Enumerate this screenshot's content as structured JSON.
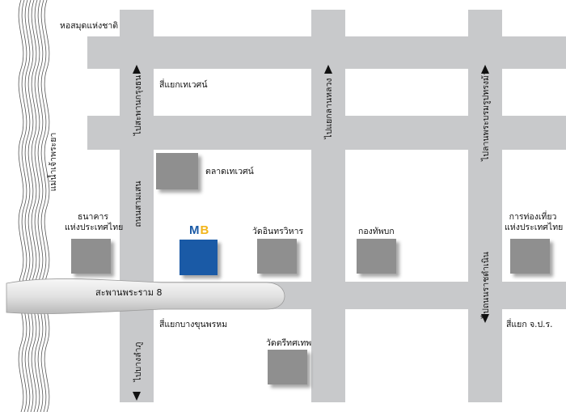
{
  "labels": {
    "national_library": "หอสมุดแห่งชาติ",
    "river": "แม่น้ำเจ้าพระยา",
    "to_krungthon_bridge": "ไปสะพานกรุงธน",
    "to_lan_luang": "ไปแยกลานหลวง",
    "to_plaza_chao_phraya": "ไปลานพระบรมรูปทรงม้า",
    "thewet_intersection": "สี่แยกเทเวศน์",
    "thewet_market": "ตลาดเทเวศน์",
    "sam_sen_road": "ถนนสามเสน",
    "bank_of_thailand_line1": "ธนาคาร",
    "bank_of_thailand_line2": "แห่งประเทศไทย",
    "wat_intharawihan": "วัดอินทรวิหาร",
    "army_office": "กองทัพบก",
    "tat_line1": "การท่องเที่ยว",
    "tat_line2": "แห่งประเทศไทย",
    "rama8_bridge": "สะพานพระราม 8",
    "ratchadamnoen_road": "ไปถนนราชดำเนิน",
    "bang_khun_phrom": "สี่แยกบางขุนพรหม",
    "jor_por_ror": "สี่แยก  จ.ป.ร.",
    "to_banglamphu": "ไปบางลำภู",
    "wat_trithotsathep": "วัดตรีทศเทพ",
    "mb_m": "M",
    "mb_b": "B"
  },
  "colors": {
    "road": "#c8c9cb",
    "road_edge": "#b7b8ba",
    "building": "#8f8f8f",
    "mb_blue": "#1a5aa6",
    "mb_yellow": "#f2b51b",
    "river_line": "#555555",
    "bridge": "#e6e6e6"
  },
  "icons": {
    "arrow_up": "triangle-up",
    "arrow_down": "triangle-down"
  }
}
